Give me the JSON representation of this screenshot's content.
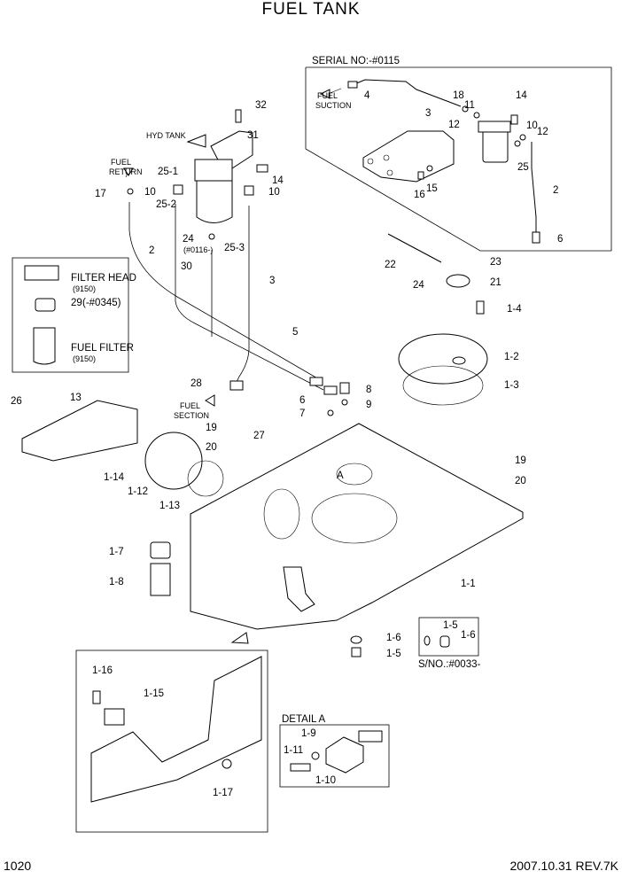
{
  "title": "FUEL TANK",
  "page_number": "1020",
  "revision": "2007.10.31  REV.7K",
  "callouts": {
    "serial_box": "SERIAL NO:-#0115",
    "fuel_suction": "FUEL SUCTION",
    "fuel_suction_l1": "FUEL",
    "fuel_suction_l2": "SUCTION",
    "hyd_tank": "HYD TANK",
    "fuel_return_l1": "FUEL",
    "fuel_return_l2": "RETURN",
    "fuel_section_l1": "FUEL",
    "fuel_section_l2": "SECTION",
    "filter_head": "FILTER HEAD",
    "filter_head_code": "(9150)",
    "fuel_filter": "FUEL FILTER",
    "fuel_filter_code": "(9150)",
    "serial_0033": "S/NO.:#0033-",
    "detail_a": "DETAIL A",
    "detail_a_marker": "A",
    "range_0116": "(#0116-)",
    "range_0345": "(-#0345)"
  },
  "parts": {
    "p32": "32",
    "p31": "31",
    "p14a": "14",
    "p25_1": "25-1",
    "p25_2": "25-2",
    "p25_3": "25-3",
    "p10a": "10",
    "p10b": "10",
    "p17": "17",
    "p24a": "24",
    "p2a": "2",
    "p30": "30",
    "p3a": "3",
    "p29": "29",
    "p5": "5",
    "p28": "28",
    "p8": "8",
    "p6a": "6",
    "p9": "9",
    "p7": "7",
    "p4": "4",
    "p3b": "3",
    "p18": "18",
    "p11": "11",
    "p14b": "14",
    "p12a": "12",
    "p10c": "10",
    "p12b": "12",
    "p25": "25",
    "p16": "16",
    "p15": "15",
    "p2b": "2",
    "p6b": "6",
    "p22": "22",
    "p23": "23",
    "p24b": "24",
    "p21": "21",
    "p1_4": "1-4",
    "p1_2": "1-2",
    "p1_3": "1-3",
    "p26": "26",
    "p13": "13",
    "p19a": "19",
    "p27": "27",
    "p20a": "20",
    "p1_14": "1-14",
    "p1_12": "1-12",
    "p1_13": "1-13",
    "p19b": "19",
    "p20b": "20",
    "p1_7": "1-7",
    "p1_8": "1-8",
    "p1_1": "1-1",
    "p1_6a": "1-6",
    "p1_5a": "1-5",
    "p1_5b": "1-5",
    "p1_6b": "1-6",
    "p1_16": "1-16",
    "p1_15": "1-15",
    "p1_17": "1-17",
    "p1_9": "1-9",
    "p1_11": "1-11",
    "p1_10": "1-10"
  }
}
